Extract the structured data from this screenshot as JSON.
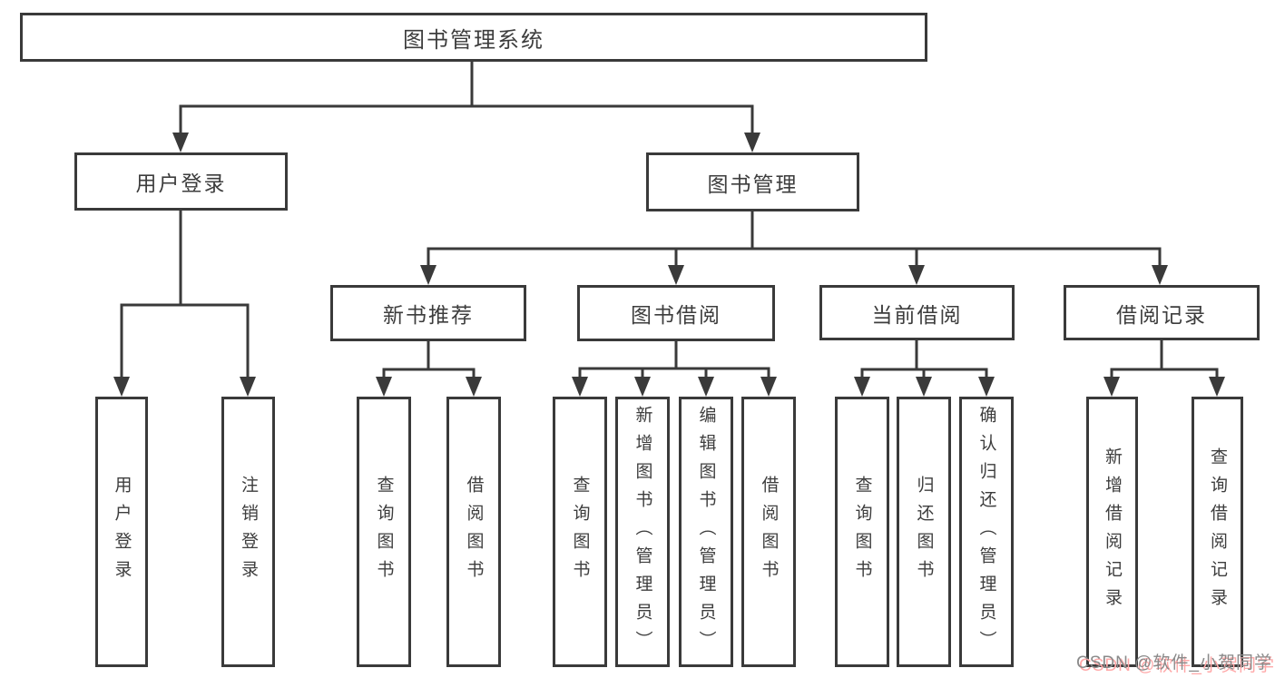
{
  "diagram_type": "hierarchy-tree",
  "colors": {
    "background": "#ffffff",
    "line": "#3a3a3a",
    "box_border": "#3a3a3a",
    "box_fill": "#ffffff",
    "text": "#3d3d3d",
    "watermark_text": "#8a8a8a",
    "watermark_shadow": "#ffa8a8"
  },
  "tree": {
    "label": "图书管理系统",
    "children": [
      {
        "label": "用户登录",
        "children": [
          {
            "label": "用户登录"
          },
          {
            "label": "注销登录"
          }
        ]
      },
      {
        "label": "图书管理",
        "children": [
          {
            "label": "新书推荐",
            "children": [
              {
                "label": "查询图书"
              },
              {
                "label": "借阅图书"
              }
            ]
          },
          {
            "label": "图书借阅",
            "children": [
              {
                "label": "查询图书"
              },
              {
                "label": "新增图书（管理员）"
              },
              {
                "label": "编辑图书（管理员）"
              },
              {
                "label": "借阅图书"
              }
            ]
          },
          {
            "label": "当前借阅",
            "children": [
              {
                "label": "查询图书"
              },
              {
                "label": "归还图书"
              },
              {
                "label": "确认归还（管理员）"
              }
            ]
          },
          {
            "label": "借阅记录",
            "children": [
              {
                "label": "新增借阅记录"
              },
              {
                "label": "查询借阅记录"
              }
            ]
          }
        ]
      }
    ]
  },
  "watermark": {
    "text": "CSDN @软件_小贺同学"
  }
}
